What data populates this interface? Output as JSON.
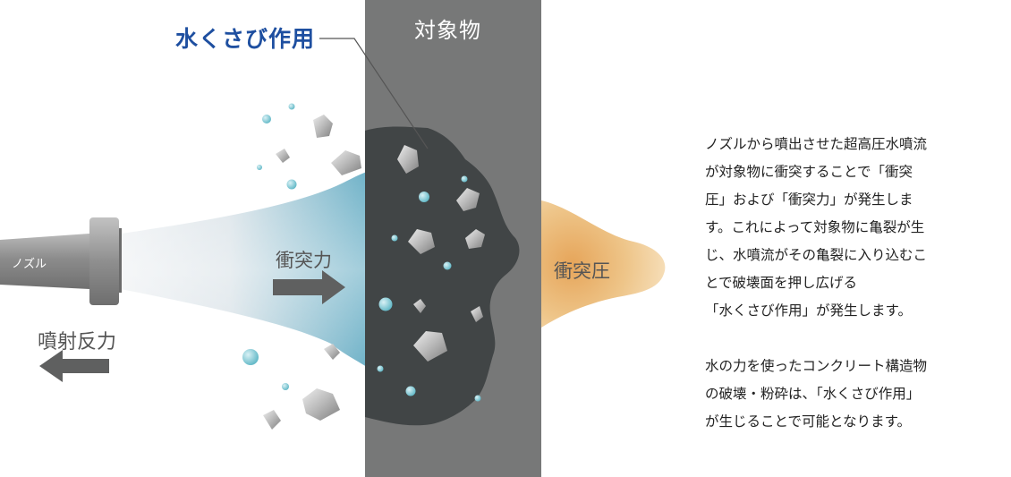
{
  "labels": {
    "title": "水くさび作用",
    "target": "対象物",
    "nozzle": "ノズル",
    "impact_force": "衝突力",
    "jet_reaction": "噴射反力",
    "impact_pressure": "衝突圧"
  },
  "description": {
    "paragraph1": [
      "ノズルから噴出させた超高圧水噴流",
      "が対象物に衝突することで「衝突",
      "圧」および「衝突力」が発生しま",
      "す。これによって対象物に亀裂が生",
      "じ、水噴流がその亀裂に入り込むこ",
      "とで破壊面を押し広げる",
      "「水くさび作用」が発生します。"
    ],
    "paragraph2": [
      "水の力を使ったコンクリート構造物",
      "の破壊・粉砕は、「水くさび作用」",
      "が生じることで可能となります。"
    ]
  },
  "colors": {
    "title_blue": "#1e4fa0",
    "target_gray": "#777878",
    "crack_dark": "#414546",
    "jet_light": "#e7ebef",
    "jet_blue": "#6fb2c8",
    "pressure_orange": "#e0ac5a",
    "arrow_gray": "#5f6060",
    "droplet_blue": "#7ccad6"
  }
}
